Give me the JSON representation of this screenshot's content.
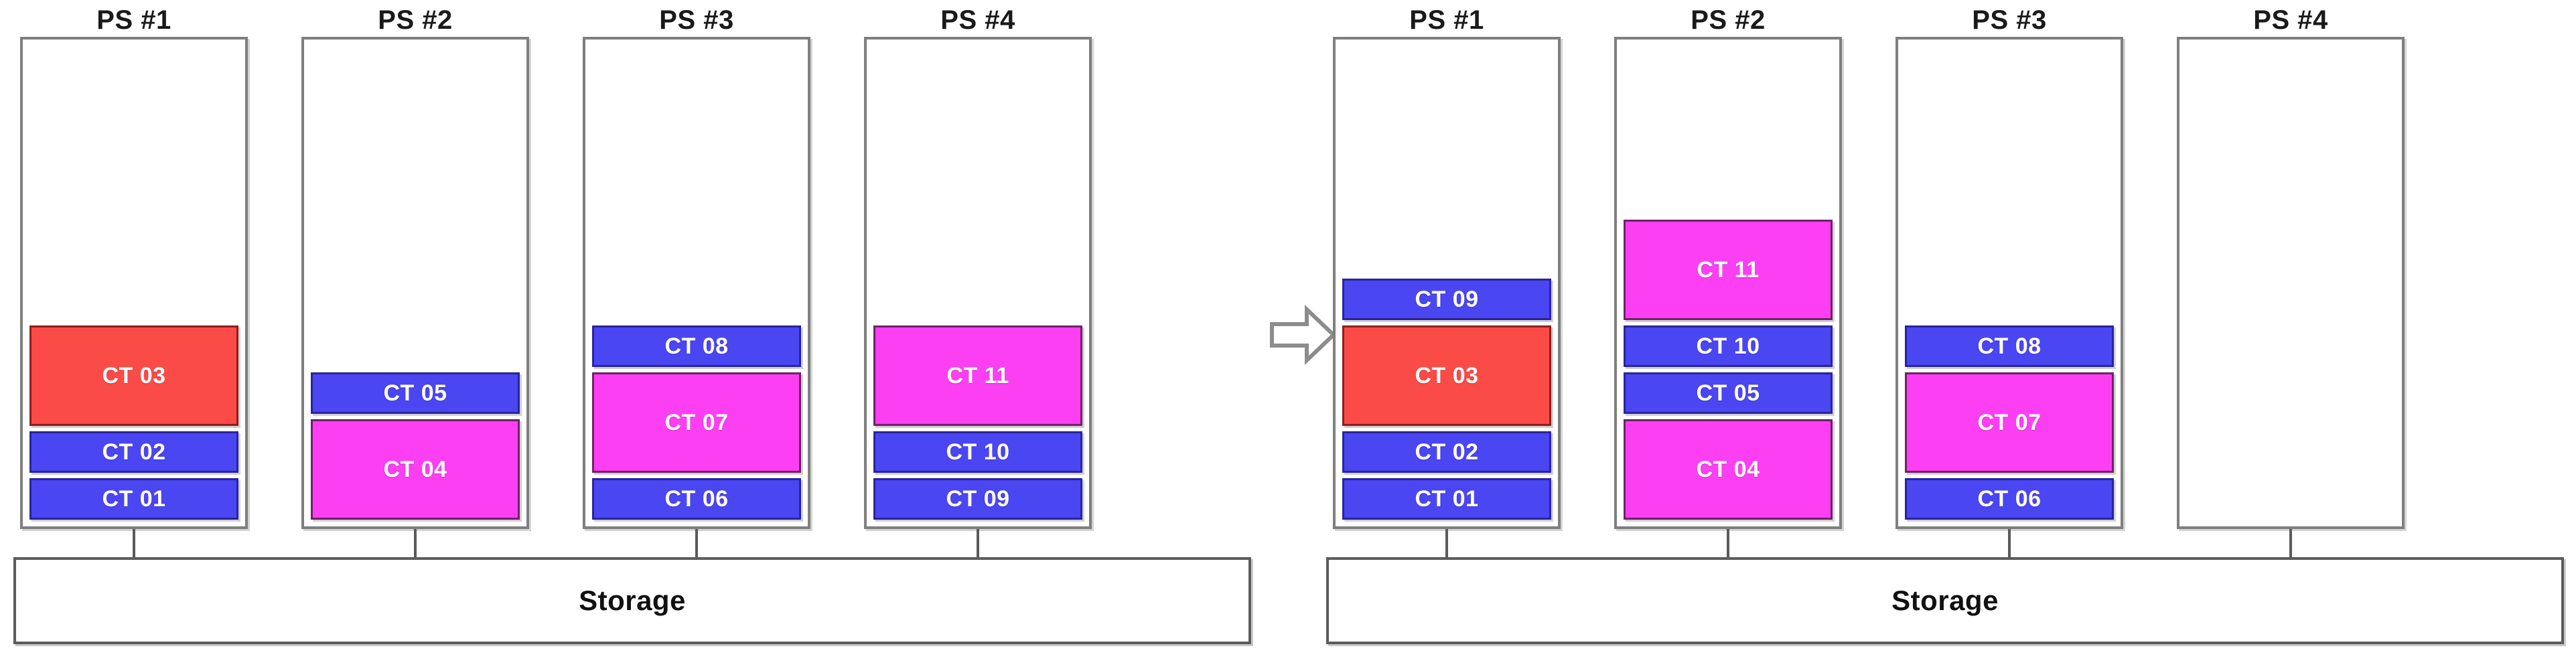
{
  "diagram": {
    "title_left": "",
    "title_right": "",
    "transition_icon": "right-arrow-icon"
  },
  "colors": {
    "blue": "#4A46F2",
    "red": "#FB4B47",
    "magenta": "#FC3FF2",
    "box_border": "#7F7F7F",
    "storage_border": "#5C5C5C",
    "connector": "#5A5A5A",
    "arrow_outline": "#8C8C8C",
    "text_dark": "#1A1A1A",
    "text_light": "#FFFFFF"
  },
  "storage": {
    "label": "Storage"
  },
  "panels": [
    {
      "id": "before",
      "servers": [
        {
          "title": "PS #1",
          "containers": [
            {
              "label": "CT 01",
              "color": "blue",
              "size": "small"
            },
            {
              "label": "CT 02",
              "color": "blue",
              "size": "small"
            },
            {
              "label": "CT 03",
              "color": "red",
              "size": "tall"
            }
          ]
        },
        {
          "title": "PS #2",
          "containers": [
            {
              "label": "CT 04",
              "color": "magenta",
              "size": "tall"
            },
            {
              "label": "CT 05",
              "color": "blue",
              "size": "small"
            }
          ]
        },
        {
          "title": "PS #3",
          "containers": [
            {
              "label": "CT 06",
              "color": "blue",
              "size": "small"
            },
            {
              "label": "CT 07",
              "color": "magenta",
              "size": "tall"
            },
            {
              "label": "CT 08",
              "color": "blue",
              "size": "small"
            }
          ]
        },
        {
          "title": "PS #4",
          "containers": [
            {
              "label": "CT 09",
              "color": "blue",
              "size": "small"
            },
            {
              "label": "CT 10",
              "color": "blue",
              "size": "small"
            },
            {
              "label": "CT 11",
              "color": "magenta",
              "size": "tall"
            }
          ]
        }
      ]
    },
    {
      "id": "after",
      "servers": [
        {
          "title": "PS #1",
          "containers": [
            {
              "label": "CT 01",
              "color": "blue",
              "size": "small"
            },
            {
              "label": "CT 02",
              "color": "blue",
              "size": "small"
            },
            {
              "label": "CT 03",
              "color": "red",
              "size": "tall"
            },
            {
              "label": "CT 09",
              "color": "blue",
              "size": "small"
            }
          ]
        },
        {
          "title": "PS #2",
          "containers": [
            {
              "label": "CT 04",
              "color": "magenta",
              "size": "tall"
            },
            {
              "label": "CT 05",
              "color": "blue",
              "size": "small"
            },
            {
              "label": "CT 10",
              "color": "blue",
              "size": "small"
            },
            {
              "label": "CT 11",
              "color": "magenta",
              "size": "tall"
            }
          ]
        },
        {
          "title": "PS #3",
          "containers": [
            {
              "label": "CT 06",
              "color": "blue",
              "size": "small"
            },
            {
              "label": "CT 07",
              "color": "magenta",
              "size": "tall"
            },
            {
              "label": "CT 08",
              "color": "blue",
              "size": "small"
            }
          ]
        },
        {
          "title": "PS #4",
          "containers": []
        }
      ]
    }
  ]
}
